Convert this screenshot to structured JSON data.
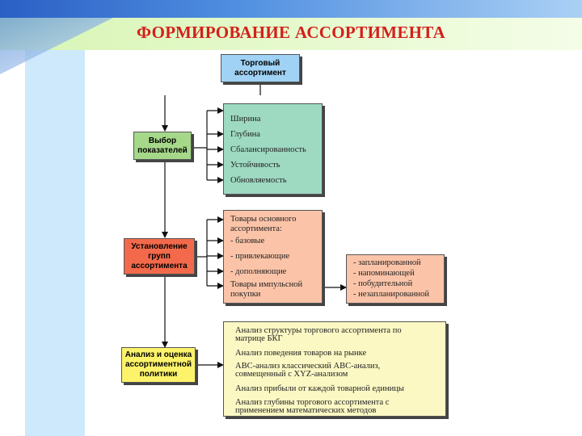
{
  "title": "ФОРМИРОВАНИЕ АССОРТИМЕНТА",
  "top_box": "Торговый ассортимент",
  "step1": {
    "label": "Выбор показателей",
    "items": [
      "Ширина",
      "Глубина",
      "Сбалансированность",
      "Устойчивость",
      "Обновляемость"
    ]
  },
  "step2": {
    "label": "Установление групп ассортимента",
    "main_group": "Товары основного ассортимента:",
    "main_items": [
      "- базовые",
      "- привлекающие",
      "- дополняющие"
    ],
    "impulse_group": "Товары импульсной покупки",
    "impulse_items": [
      "- запланированной",
      "- напоминающей",
      "- побудительной",
      "- незапланированной"
    ]
  },
  "step3": {
    "label": "Анализ и оценка ассортиментной политики",
    "items": [
      "Анализ структуры торгового ассортимента по матрице БКГ",
      "Анализ поведения товаров на рынке",
      "ABC-анализ классический ABC-анализ, совмещенный с XYZ-анализом",
      "Анализ прибыли от каждой товарной единицы",
      "Анализ глубины торгового ассортимента с применением математических методов"
    ]
  },
  "colors": {
    "title_red": "#d3201b",
    "blue_box": "#9fd2f4",
    "green_box": "#a6d88a",
    "teal_panel": "#9ed9c2",
    "orange_box": "#f26a4b",
    "salmon_panel": "#fbc4a8",
    "yellow_box": "#fdf36a",
    "cream_panel": "#fbf8c4"
  }
}
